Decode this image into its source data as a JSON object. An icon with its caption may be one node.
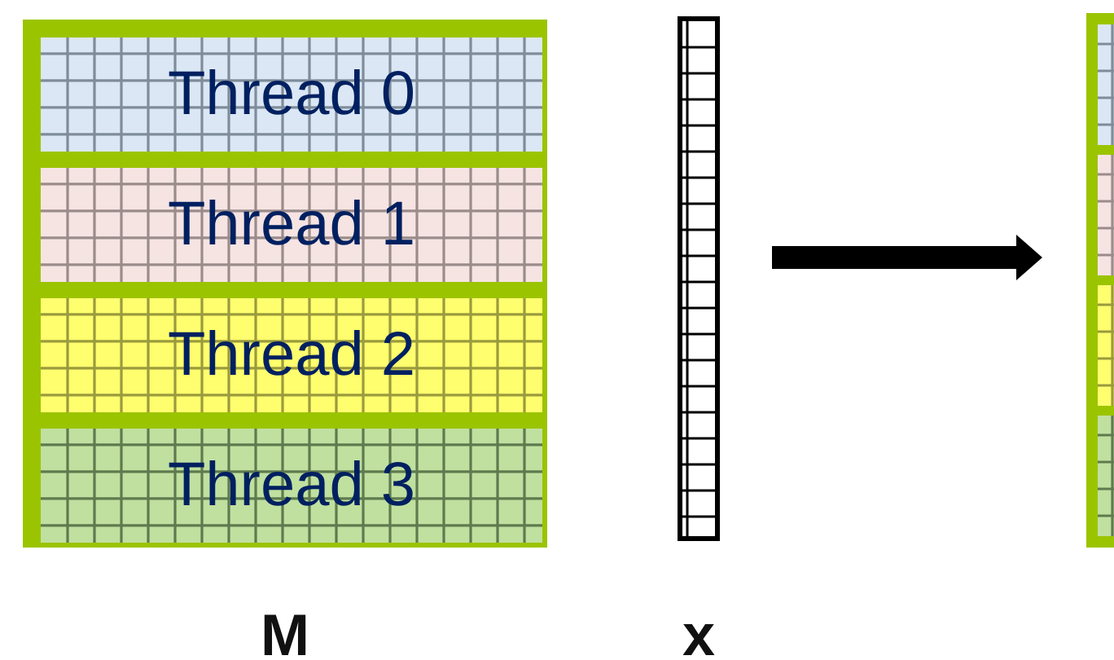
{
  "diagram": {
    "nodes": [
      {
        "text": [],
        "shape": "box",
        "beside": [
          "M"
        ]
      },
      {
        "text": [
          "Thread 0"
        ],
        "in": 0
      },
      {
        "text": [
          "Thread 1"
        ],
        "in": 0
      },
      {
        "text": [
          "Thread 2"
        ],
        "in": 0
      },
      {
        "text": [
          "Thread 3"
        ],
        "in": 0
      },
      {
        "text": [],
        "shape": "bar",
        "beside": [
          "x"
        ]
      },
      {
        "text": [],
        "shape": "box"
      }
    ],
    "edges": [
      {
        "from": 5,
        "to": 6,
        "arrow": "to"
      }
    ]
  }
}
